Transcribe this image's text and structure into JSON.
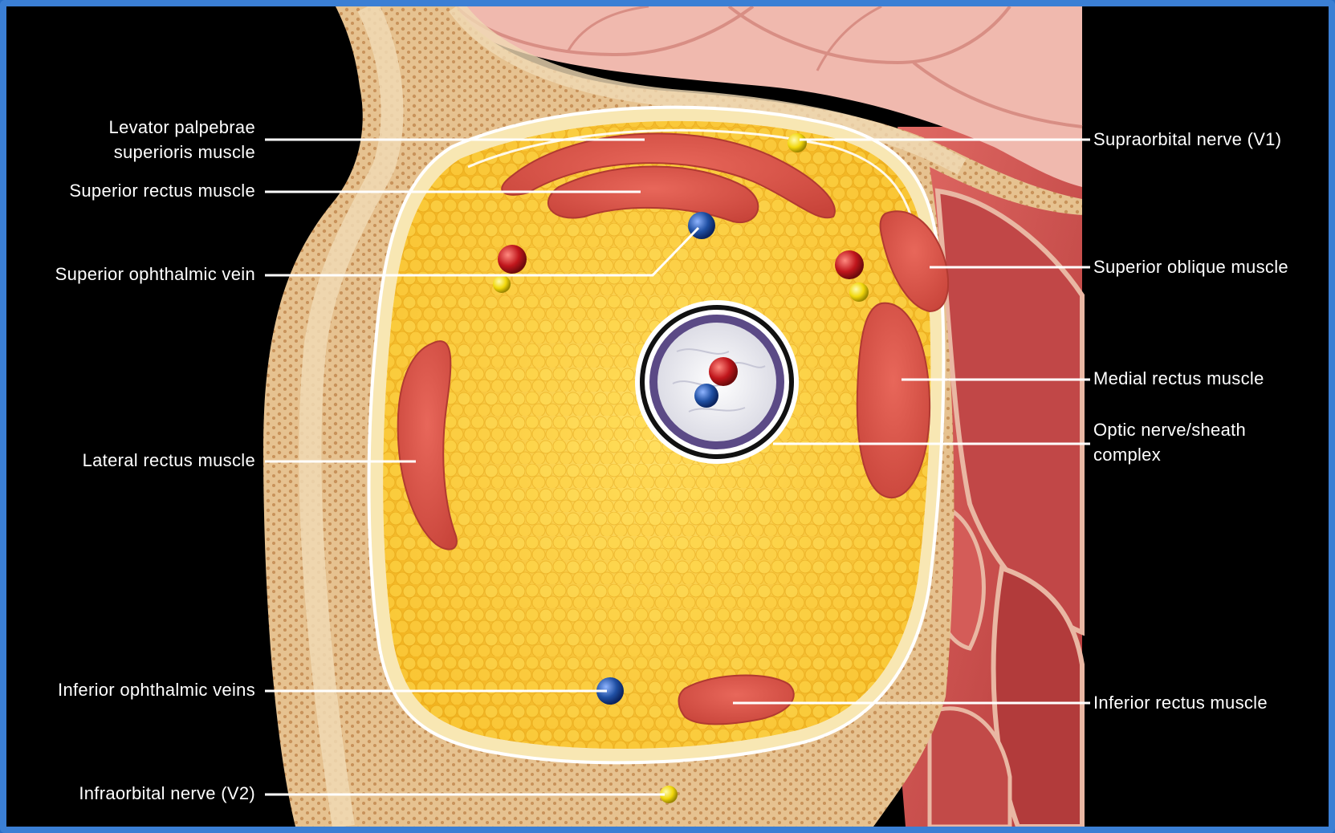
{
  "labels": {
    "levator": "Levator palpebrae\nsuperioris muscle",
    "superior_rectus": "Superior rectus muscle",
    "superior_ophthalmic_vein": "Superior ophthalmic vein",
    "lateral_rectus": "Lateral rectus muscle",
    "inferior_ophthalmic_veins": "Inferior ophthalmic veins",
    "infraorbital_nerve": "Infraorbital nerve (V2)",
    "supraorbital_nerve": "Supraorbital nerve (V1)",
    "superior_oblique": "Superior oblique muscle",
    "medial_rectus": "Medial rectus muscle",
    "optic_nerve": "Optic nerve/sheath\ncomplex",
    "inferior_rectus": "Inferior rectus muscle"
  },
  "colors": {
    "background": "#000000",
    "frame": "#3b7fd4",
    "fat": "#f6c12a",
    "muscle": "#d9564a",
    "bone": "#e8c99a",
    "artery": "#c0161c",
    "vein": "#1f4fa3",
    "nerve": "#f2d80c",
    "sinus": "#c94a4a",
    "brain": "#f4b8b0"
  }
}
